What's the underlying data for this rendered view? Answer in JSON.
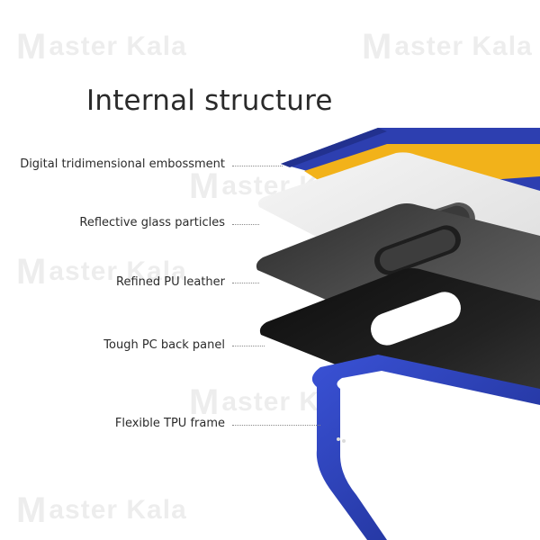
{
  "title": "Internal structure",
  "layers": [
    {
      "label": "Digital tridimensional embossment"
    },
    {
      "label": "Reflective glass particles"
    },
    {
      "label": "Refined PU leather"
    },
    {
      "label": "Tough PC back panel"
    },
    {
      "label": "Flexible TPU frame"
    }
  ],
  "watermark": {
    "text": "Master Kala",
    "initial": "M",
    "rest": "aster Kala"
  },
  "colors": {
    "embossment_blue": "#2d3fb0",
    "embossment_yellow": "#f2b21a",
    "glass": "#eeeeee",
    "leather": "#4a4a4a",
    "pc_panel": "#1a1a1a",
    "tpu_frame": "#2a3fb8"
  }
}
